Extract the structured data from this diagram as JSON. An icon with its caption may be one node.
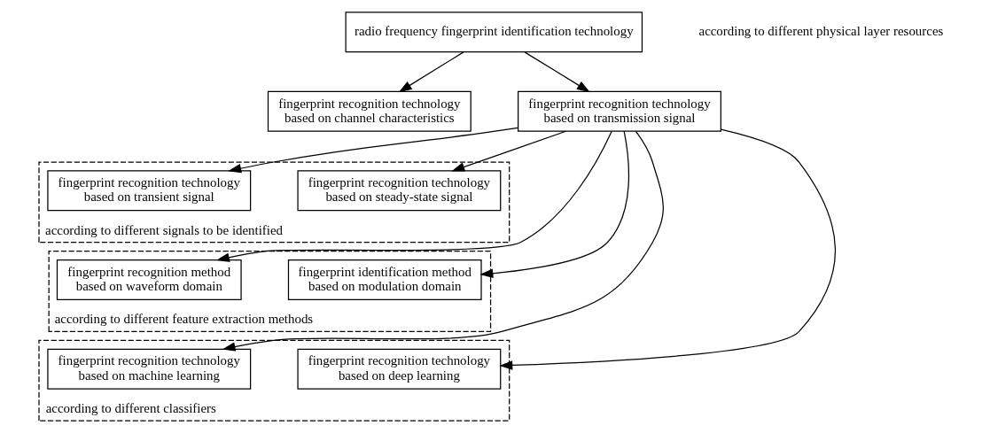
{
  "diagram": {
    "nodes": [
      {
        "text": [
          "radio frequency fingerprint identification technology"
        ]
      },
      {
        "text": [
          "fingerprint recognition technology based on channel characteristics"
        ]
      },
      {
        "text": [
          "fingerprint recognition technology based on transmission signal"
        ]
      },
      {
        "text": [
          "according to different signals to be identified"
        ]
      },
      {
        "text": [
          "fingerprint recognition technology based on transient signal"
        ],
        "in": 3
      },
      {
        "text": [
          "fingerprint recognition technology based on steady-state signal"
        ],
        "in": 3
      },
      {
        "text": [
          "according to different feature extraction methods"
        ]
      },
      {
        "text": [
          "fingerprint recognition method based on waveform domain"
        ],
        "in": 6
      },
      {
        "text": [
          "fingerprint identification method based on modulation domain"
        ],
        "in": 6
      },
      {
        "text": [
          "according to different classifiers"
        ]
      },
      {
        "text": [
          "fingerprint recognition technology based on machine learning"
        ],
        "in": 9
      },
      {
        "text": [
          "fingerprint recognition technology based on deep learning"
        ],
        "in": 9
      }
    ],
    "edges": [
      {
        "from": 0,
        "to": 1,
        "arrow": "to"
      },
      {
        "from": 0,
        "to": 2,
        "arrow": "to"
      },
      {
        "from": 2,
        "to": 4,
        "arrow": "to"
      },
      {
        "from": 2,
        "to": 5,
        "arrow": "to"
      },
      {
        "from": 2,
        "to": 7,
        "arrow": "to"
      },
      {
        "from": 2,
        "to": 8,
        "arrow": "to"
      },
      {
        "from": 2,
        "to": 10,
        "arrow": "to"
      },
      {
        "from": 2,
        "to": 11,
        "arrow": "to"
      }
    ],
    "labels": [
      "according to different physical layer resources"
    ]
  }
}
